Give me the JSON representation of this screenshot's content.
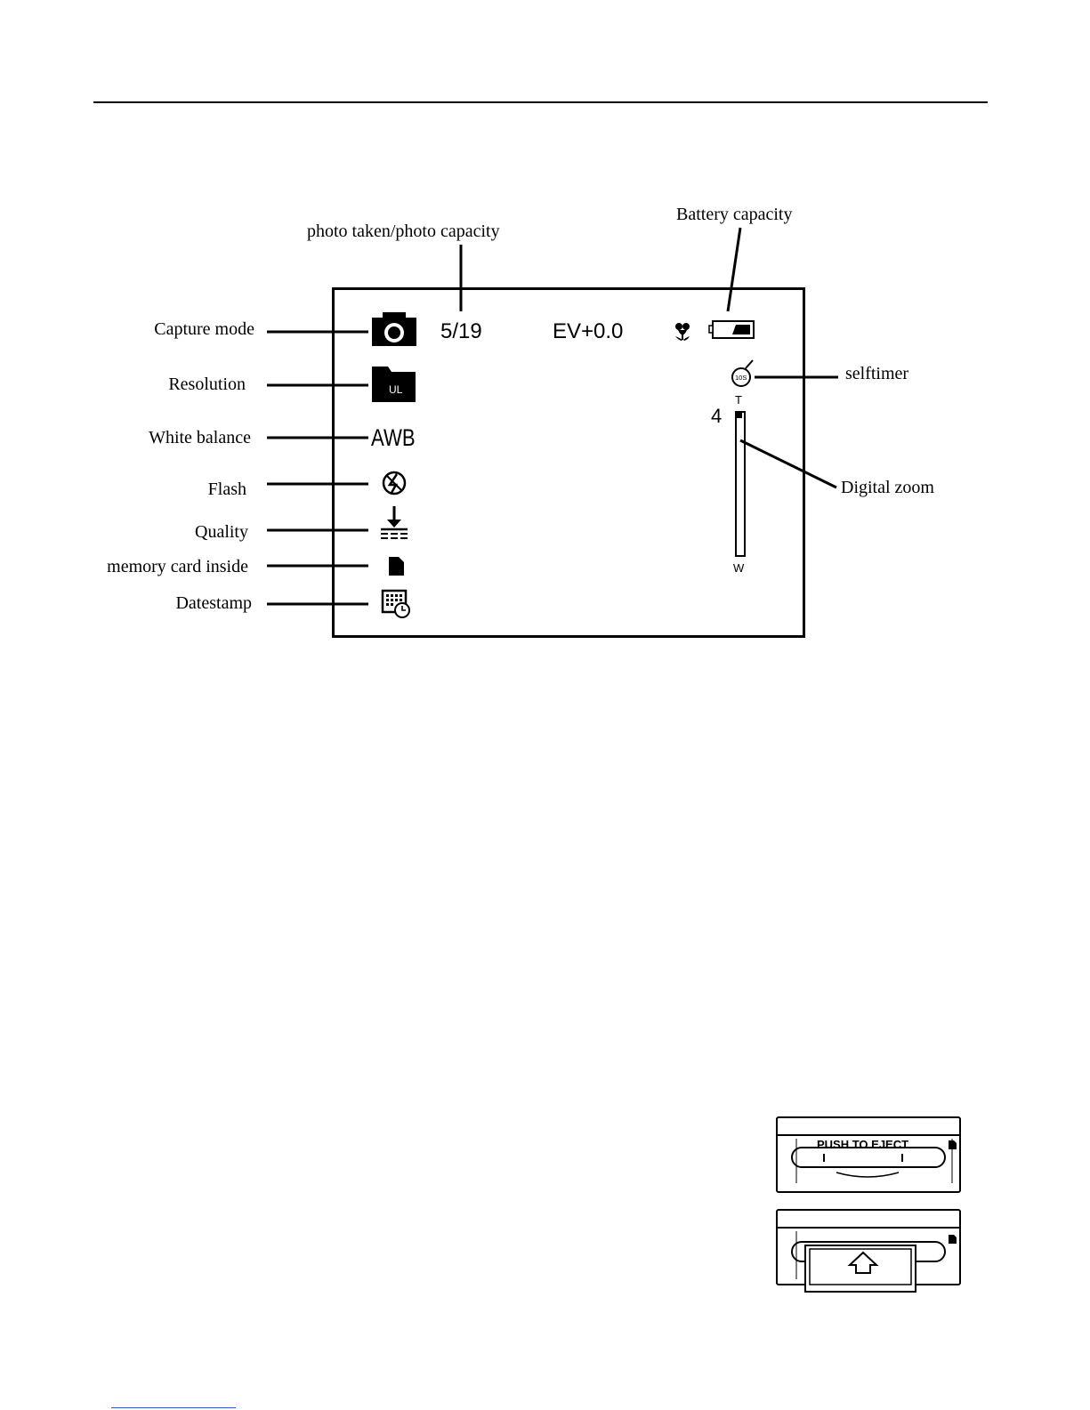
{
  "labels": {
    "photo_count": "photo taken/photo capacity",
    "battery": "Battery capacity",
    "capture_mode": "Capture mode",
    "resolution": "Resolution",
    "white_balance": "White balance",
    "flash": "Flash",
    "quality": "Quality",
    "memory_card": "memory card inside",
    "datestamp": "Datestamp",
    "selftimer": "selftimer",
    "digital_zoom": "Digital zoom"
  },
  "screen": {
    "photo_count": "5/19",
    "ev": "EV+0.0",
    "resolution_tag": "UL",
    "white_balance": "AWB",
    "selftimer_value": "10S",
    "zoom_value": "4",
    "zoom_tele": "T",
    "zoom_wide": "W"
  },
  "card_slot": {
    "eject_text": "PUSH TO EJECT"
  },
  "icons": {
    "capture_mode": "camera-icon",
    "resolution": "folder-icon",
    "flash": "flash-off-icon",
    "quality": "quality-icon",
    "memory_card": "sd-card-icon",
    "datestamp": "calendar-clock-icon",
    "macro": "macro-flower-icon",
    "battery": "battery-icon",
    "selftimer": "selftimer-icon"
  }
}
